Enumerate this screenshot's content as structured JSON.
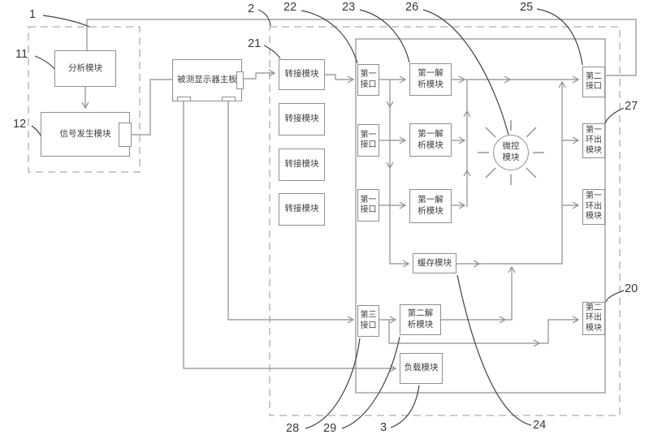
{
  "figure": {
    "colors": {
      "wire": "#8e8e8e",
      "dashed": "#aeaeae",
      "node_text": "#3c3c3c",
      "ref_label": "#383838",
      "background": "#ffffff"
    },
    "nodes": {
      "analysis": "分析模块",
      "signal": "信号发生模块",
      "board": "被测显示器主板",
      "adapter1": "转接模块",
      "adapter2": "转接模块",
      "adapter3": "转接模块",
      "adapter4": "转接模块",
      "if1a": "第一\n接口",
      "if1b": "第一\n接口",
      "if1c": "第一\n接口",
      "if3": "第三\n接口",
      "parse1a": "第一解\n析模块",
      "parse1b": "第一解\n析模块",
      "parse1c": "第一解\n析模块",
      "parse2": "第二解\n析模块",
      "micro": "微控\n模块",
      "cache": "缓存模块",
      "load": "负载模块",
      "if2": "第二\n接口",
      "loop1a": "第一\n环出\n模块",
      "loop1b": "第一\n环出\n模块",
      "loop2": "第二\n环出\n模块"
    },
    "refs": {
      "r1": "1",
      "r11": "11",
      "r12": "12",
      "r2": "2",
      "r21": "21",
      "r22": "22",
      "r23": "23",
      "r26": "26",
      "r25": "25",
      "r27": "27",
      "r20": "20",
      "r28": "28",
      "r29": "29",
      "r3": "3",
      "r24": "24"
    }
  }
}
